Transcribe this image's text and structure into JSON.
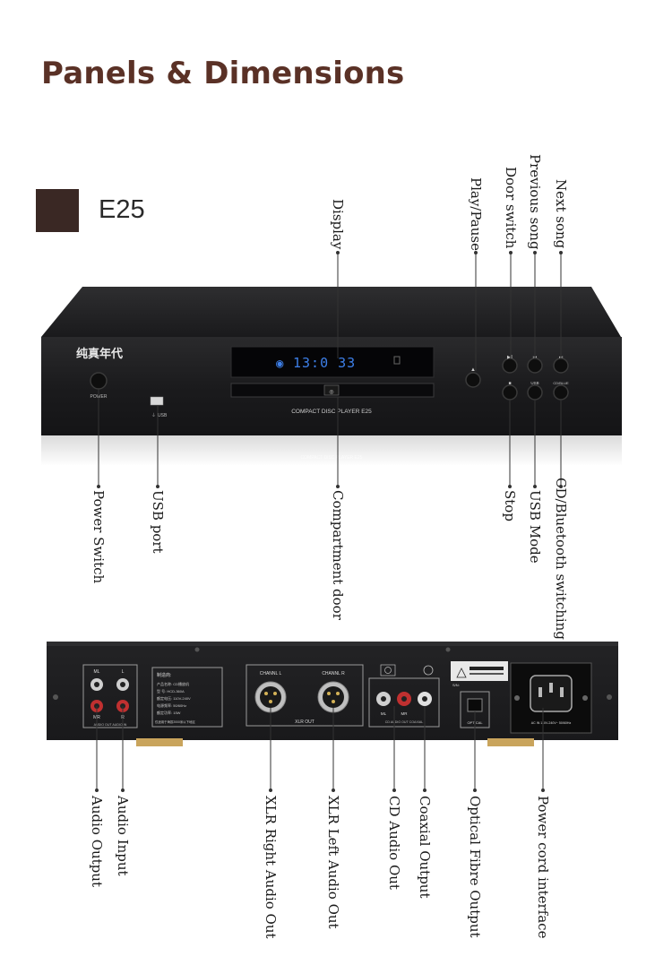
{
  "title": "Panels & Dimensions",
  "model": "E25",
  "colors": {
    "title": "#5a3126",
    "swatch": "#3a2824",
    "device": "#1c1c1e",
    "lcd": "#3d7fe8"
  },
  "front_panel": {
    "brand": "纯真年代",
    "power_label": "POWER",
    "usb_label": "USB",
    "lcd_readout": "13:0 33",
    "tray_text": "COMPACT DISC PLAYER E25",
    "reflection_text": "COMPACT DISC PLAYER E25",
    "usb_button_label": "USB",
    "cd_bt_button_label": "CD/BLUE",
    "icons": [
      "usb-icon",
      "eject-icon",
      "play-pause-icon",
      "prev-icon",
      "next-icon",
      "stop-icon",
      "disc-icon"
    ]
  },
  "rear_panel": {
    "ml_label": "ML",
    "l_label": "L",
    "mr_label": "MR",
    "r_label": "R",
    "audio_strip": "AUDIO OUT   AUDIO IN",
    "plate_heading": "制造商:",
    "plate_lines": [
      "产品名称: CD播放机",
      "型    号: HCD-360A",
      "额定电压: 110V-240V",
      "电源频率: 50/60Hz",
      "额定功率: 15W"
    ],
    "plate_footer": "仅适用于海拔2000米以下地区",
    "channel_l": "CHANNL L",
    "channel_r": "CHANNL R",
    "xlr_out": "XLR OUT",
    "cd_ml": "ML",
    "cd_mr": "MR",
    "cd_strip": "CD AUDIO OUT   COAXIAL",
    "optical": "OPTICAL",
    "sn": "S/N:",
    "power_spec": "AC IN  110V-240V~  50/60Hz"
  },
  "callouts": {
    "display": "Display",
    "play_pause": "Play/Pause",
    "door_switch": "Door switch",
    "previous_song": "Previous song",
    "next_song": "Next song",
    "power_switch": "Power Switch",
    "usb_port": "USB port",
    "compartment_door": "Compartment door",
    "stop": "Stop",
    "usb_mode": "USB Mode",
    "cd_bt_switching": "CD/Bluetooth switching",
    "audio_output": "Audio Output",
    "audio_input": "Audio Input",
    "xlr_right": "XLR Right Audio Out",
    "xlr_left": "XLR Left Audio Out",
    "cd_audio_out": "CD Audio Out",
    "coaxial_output": "Coaxial Output",
    "optical_fibre": "Optical Fibre Output",
    "power_cord": "Power cord interface"
  }
}
